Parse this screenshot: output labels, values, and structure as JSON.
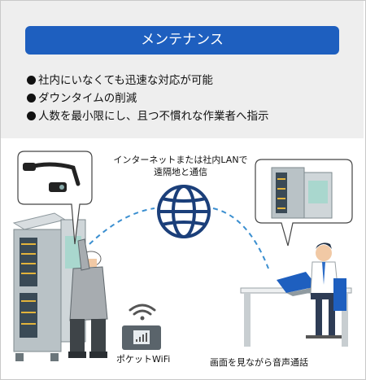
{
  "banner": {
    "title": "メンテナンス"
  },
  "bullets": [
    "社内にいなくても迅速な対応が可能",
    "ダウンタイムの削減",
    "人数を最小限にし、且つ不慣れな作業者へ指示"
  ],
  "diagram": {
    "internet_line1": "インターネットまたは社内LANで",
    "internet_line2": "遠隔地と通信",
    "pocket_wifi": "ポケットWiFi",
    "voice_call": "画面を見ながら音声通話"
  },
  "colors": {
    "banner": "#1e5fbf",
    "panel": "#eeeeee",
    "link": "#3b8fd0",
    "globe": "#1b3f7a",
    "cabinet": "#b9c2c6"
  }
}
